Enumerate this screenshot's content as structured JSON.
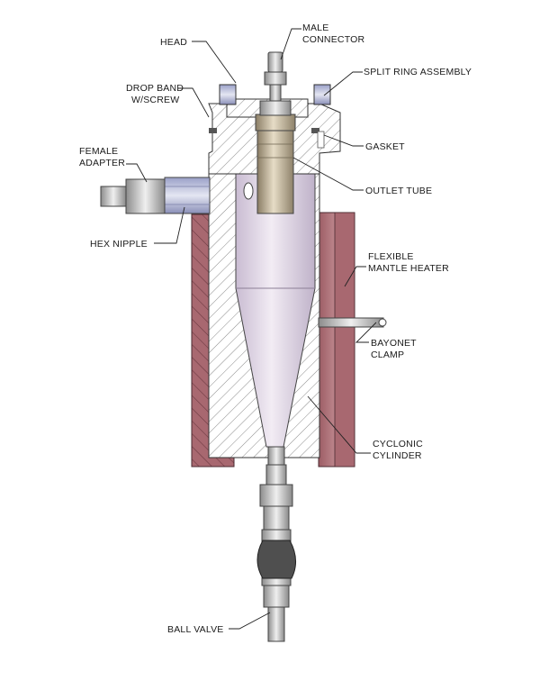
{
  "labels": {
    "head": "HEAD",
    "male_connector": [
      "MALE",
      "CONNECTOR"
    ],
    "split_ring_assembly": "SPLIT RING ASSEMBLY",
    "drop_band": [
      "DROP BAND",
      "W/SCREW"
    ],
    "gasket": "GASKET",
    "female_adapter": [
      "FEMALE",
      "ADAPTER"
    ],
    "outlet_tube": "OUTLET TUBE",
    "hex_nipple": "HEX NIPPLE",
    "flexible_mantle_heater": [
      "FLEXIBLE",
      "MANTLE  HEATER"
    ],
    "bayonet_clamp": [
      "BAYONET",
      "CLAMP"
    ],
    "cyclonic_cylinder": [
      "CYCLONIC",
      "CYLINDER"
    ],
    "ball_valve": "BALL VALVE"
  },
  "colors": {
    "heater": "#a86870",
    "cone_fill": "#d8cde0",
    "metal": "#c8c8c8",
    "outlet_tube": "#c8b89a",
    "valve_handle": "#555555",
    "hatch": "#888888"
  }
}
